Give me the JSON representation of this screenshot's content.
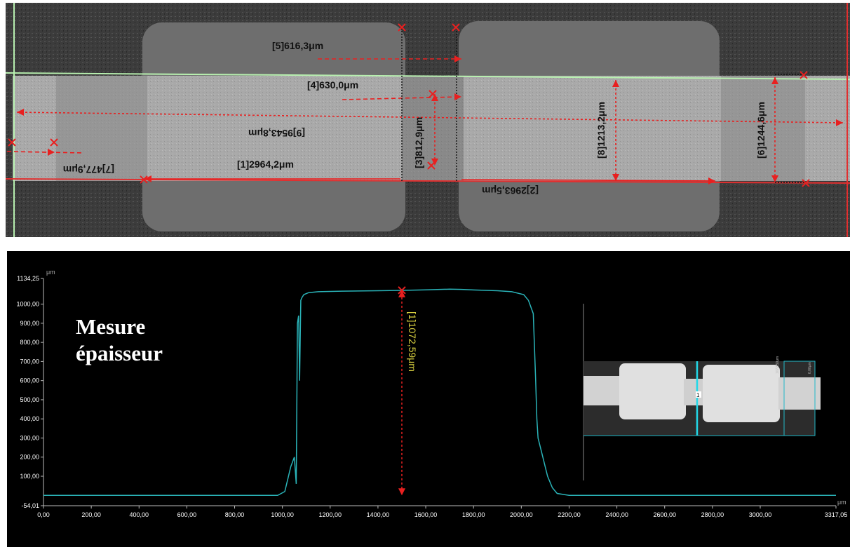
{
  "microscope": {
    "measurements": [
      {
        "id": "m1",
        "label": "[1]2964,2μm",
        "rotated": false
      },
      {
        "id": "m2",
        "label": "[2]2963,5μm",
        "rotated": true
      },
      {
        "id": "m3",
        "label": "[3]812,9μm",
        "vertical": true
      },
      {
        "id": "m4",
        "label": "[4]630,0μm",
        "rotated": false
      },
      {
        "id": "m5",
        "label": "[5]616,3μm",
        "rotated": false
      },
      {
        "id": "m6",
        "label": "[6]1244,6μm",
        "vertical": true
      },
      {
        "id": "m7",
        "label": "[7]477,9μm",
        "rotated": true
      },
      {
        "id": "m8",
        "label": "[8]1213,2μm",
        "vertical": true
      },
      {
        "id": "m9",
        "label": "[9]9543,8μm",
        "rotated": true
      }
    ]
  },
  "profile": {
    "title_line1": "Mesure",
    "title_line2": "épaisseur",
    "measurement_label": "[1]1072,59μm",
    "inset_small_labels": [
      "1072,59μm",
      "0,00μm"
    ],
    "inset_marker": "1"
  },
  "chart_data": {
    "type": "line",
    "title": "",
    "xlabel": "μm",
    "ylabel": "μm",
    "x_unit": "μm",
    "y_unit": "μm",
    "xlim": [
      0,
      3317.05
    ],
    "ylim": [
      -54.01,
      1134.25
    ],
    "x_ticks": [
      "0,00",
      "200,00",
      "400,00",
      "600,00",
      "800,00",
      "1000,00",
      "1200,00",
      "1400,00",
      "1600,00",
      "1800,00",
      "2000,00",
      "2200,00",
      "2400,00",
      "2600,00",
      "2800,00",
      "3000,00",
      "3317,05"
    ],
    "x_tick_values": [
      0,
      200,
      400,
      600,
      800,
      1000,
      1200,
      1400,
      1600,
      1800,
      2000,
      2200,
      2400,
      2600,
      2800,
      3000,
      3317.05
    ],
    "y_ticks": [
      "-54,01",
      "100,00",
      "200,00",
      "300,00",
      "400,00",
      "500,00",
      "600,00",
      "700,00",
      "800,00",
      "900,00",
      "1000,00",
      "1134,25"
    ],
    "y_tick_values": [
      -54.01,
      100,
      200,
      300,
      400,
      500,
      600,
      700,
      800,
      900,
      1000,
      1134.25
    ],
    "series": [
      {
        "color": "#2ab3b8",
        "x": [
          0,
          980,
          1010,
          1035,
          1050,
          1058,
          1063,
          1068,
          1072,
          1077,
          1082,
          1090,
          1110,
          1150,
          1250,
          1400,
          1500,
          1600,
          1700,
          1750,
          1800,
          1900,
          1960,
          2010,
          2030,
          2050,
          2060,
          2065,
          2070,
          2080,
          2090,
          2100,
          2110,
          2130,
          2150,
          2200,
          3317.05
        ],
        "y": [
          0,
          0,
          20,
          150,
          200,
          60,
          900,
          940,
          600,
          1020,
          1035,
          1050,
          1060,
          1065,
          1068,
          1070,
          1072,
          1075,
          1078,
          1077,
          1074,
          1070,
          1065,
          1050,
          1020,
          950,
          600,
          400,
          300,
          250,
          200,
          150,
          100,
          40,
          10,
          0,
          0
        ]
      }
    ],
    "annotation": {
      "x": 1500,
      "y_top": 1072.59,
      "y_bottom": 0,
      "label": "[1]1072,59μm"
    },
    "grid": false
  }
}
